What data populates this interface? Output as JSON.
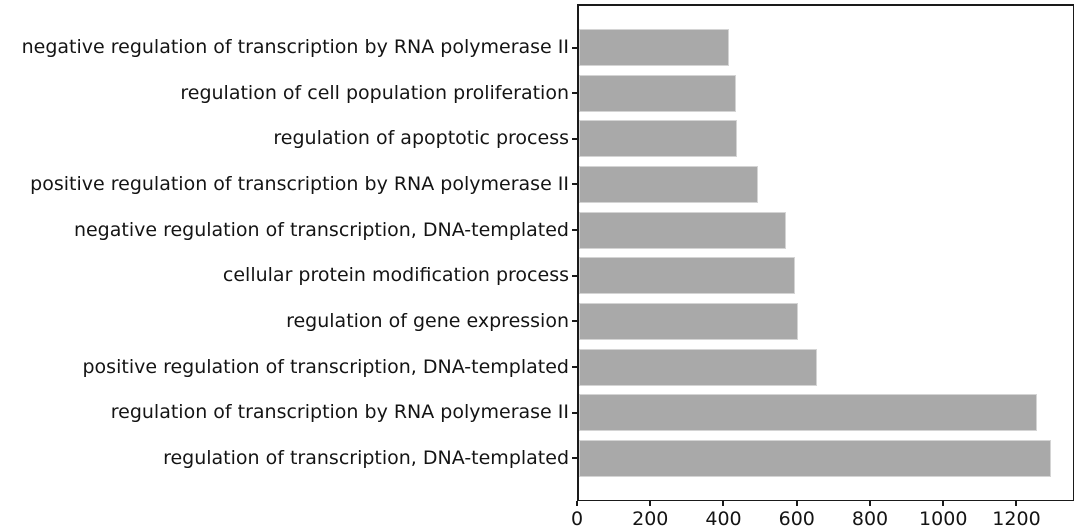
{
  "chart_data": {
    "type": "bar",
    "orientation": "horizontal",
    "categories": [
      "negative regulation of transcription by RNA polymerase II",
      "regulation of cell population proliferation",
      "regulation of apoptotic process",
      "positive regulation of transcription by RNA polymerase II",
      "negative regulation of transcription, DNA-templated",
      "cellular protein modification process",
      "regulation of gene expression",
      "positive regulation of transcription, DNA-templated",
      "regulation of transcription by RNA polymerase II",
      "regulation of transcription, DNA-templated"
    ],
    "values": [
      413,
      430,
      435,
      492,
      567,
      593,
      601,
      654,
      1255,
      1293
    ],
    "xticks": [
      0,
      200,
      400,
      600,
      800,
      1000,
      1200
    ],
    "xlim": [
      0,
      1357
    ],
    "grid": false,
    "legend": false,
    "bar_color": "#a9a9a9",
    "bar_edge_color": "#d4d4d4",
    "axis_color": "#1a1a1a",
    "text_color": "#141414"
  }
}
